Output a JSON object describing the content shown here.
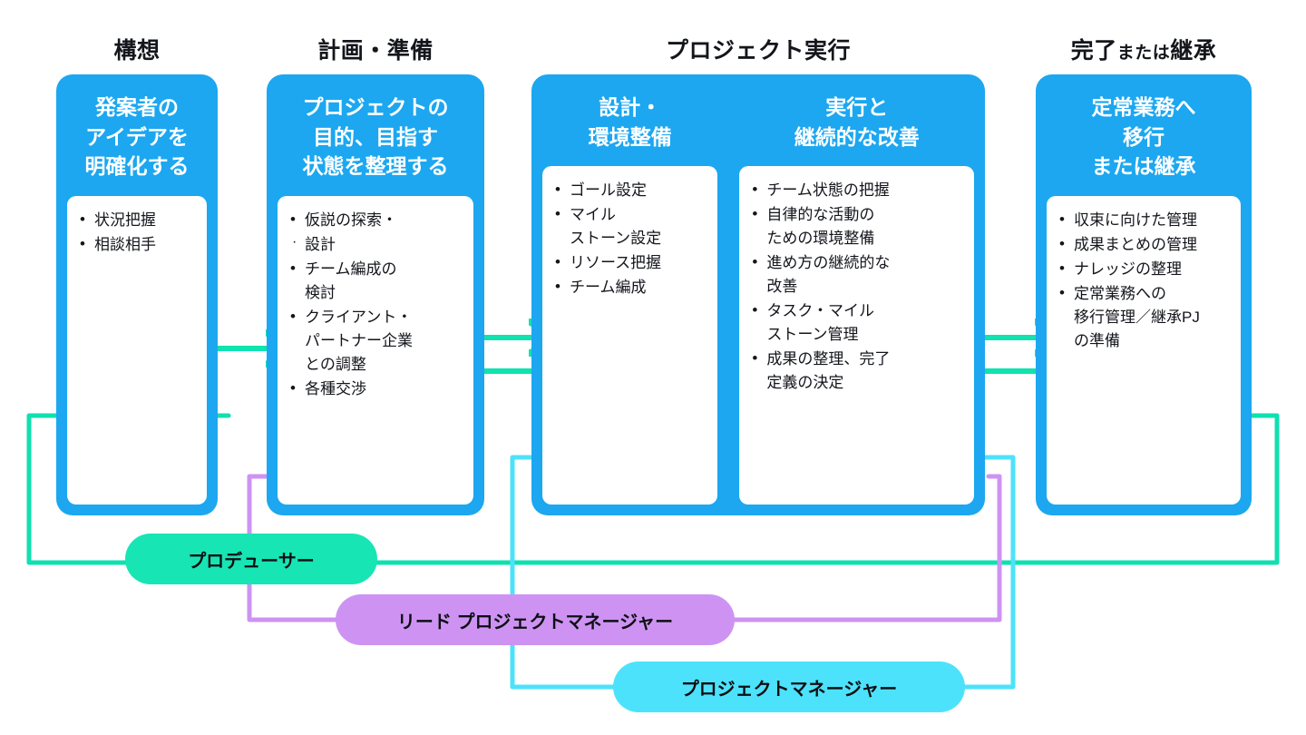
{
  "colors": {
    "card_blue": "#1CA7F0",
    "arrow_green": "#0FE3AF",
    "line_green": "#0FE0B0",
    "pill_producer": "#17E5B4",
    "pill_lead_pm": "#CE93F2",
    "pill_pm": "#4DE2FB",
    "line_purple": "#CE93F2",
    "line_cyan": "#4DE2FB",
    "text_dark": "#14161c",
    "text_white": "#ffffff",
    "background": "#ffffff"
  },
  "phases": [
    {
      "header": "構想",
      "header_parts": [
        {
          "text": "構想",
          "small": false
        }
      ],
      "cards": [
        {
          "title": "発案者の\nアイデアを\n明確化する",
          "bullets": [
            {
              "text": "状況把握",
              "marker": "dot"
            },
            {
              "text": "相談相手",
              "marker": "dot"
            }
          ]
        }
      ]
    },
    {
      "header": "計画・準備",
      "header_parts": [
        {
          "text": "計画・準備",
          "small": false
        }
      ],
      "cards": [
        {
          "title": "プロジェクトの\n目的、目指す\n状態を整理する",
          "bullets": [
            {
              "text": "仮説の探索・",
              "marker": "dot"
            },
            {
              "text": "設計",
              "marker": "tiny"
            },
            {
              "text": "チーム編成の\n検討",
              "marker": "dot"
            },
            {
              "text": "クライアント・\nパートナー企業\nとの調整",
              "marker": "dot"
            },
            {
              "text": "各種交渉",
              "marker": "dot"
            }
          ]
        }
      ]
    },
    {
      "header": "プロジェクト実行",
      "header_parts": [
        {
          "text": "プロジェクト実行",
          "small": false
        }
      ],
      "cards": [
        {
          "title": "設計・\n環境整備",
          "bullets": [
            {
              "text": "ゴール設定",
              "marker": "dot"
            },
            {
              "text": "マイル\nストーン設定",
              "marker": "dot"
            },
            {
              "text": "リソース把握",
              "marker": "dot"
            },
            {
              "text": "チーム編成",
              "marker": "dot"
            }
          ]
        },
        {
          "title": "実行と\n継続的な改善",
          "bullets": [
            {
              "text": "チーム状態の把握",
              "marker": "dot"
            },
            {
              "text": "自律的な活動の\nための環境整備",
              "marker": "dot"
            },
            {
              "text": "進め方の継続的な\n改善",
              "marker": "dot"
            },
            {
              "text": "タスク・マイル\nストーン管理",
              "marker": "dot"
            },
            {
              "text": "成果の整理、完了\n定義の決定",
              "marker": "dot"
            }
          ]
        }
      ]
    },
    {
      "header": "完了または継承",
      "header_parts": [
        {
          "text": "完了",
          "small": false
        },
        {
          "text": "または",
          "small": true
        },
        {
          "text": "継承",
          "small": false
        }
      ],
      "cards": [
        {
          "title": "定常業務へ\n移行\nまたは継承",
          "bullets": [
            {
              "text": "収束に向けた管理",
              "marker": "dot"
            },
            {
              "text": "成果まとめの管理",
              "marker": "dot"
            },
            {
              "text": "ナレッジの整理",
              "marker": "dot"
            },
            {
              "text": "定常業務への\n移行管理／継承PJ\nの準備",
              "marker": "dot"
            }
          ]
        }
      ]
    }
  ],
  "roles": [
    {
      "label": "プロデューサー",
      "color": "#17E5B4"
    },
    {
      "label": "リード プロジェクトマネージャー",
      "color": "#CE93F2"
    },
    {
      "label": "プロジェクトマネージャー",
      "color": "#4DE2FB"
    }
  ],
  "arrows": [
    {
      "name": "ideation-to-planning",
      "direction": "right"
    },
    {
      "name": "planning-to-design",
      "direction": "right"
    },
    {
      "name": "design-to-planning",
      "direction": "left"
    },
    {
      "name": "design-to-execution",
      "direction": "right"
    },
    {
      "name": "execution-to-design",
      "direction": "left"
    },
    {
      "name": "execution-to-closing",
      "direction": "right"
    },
    {
      "name": "closing-to-execution",
      "direction": "left"
    }
  ]
}
